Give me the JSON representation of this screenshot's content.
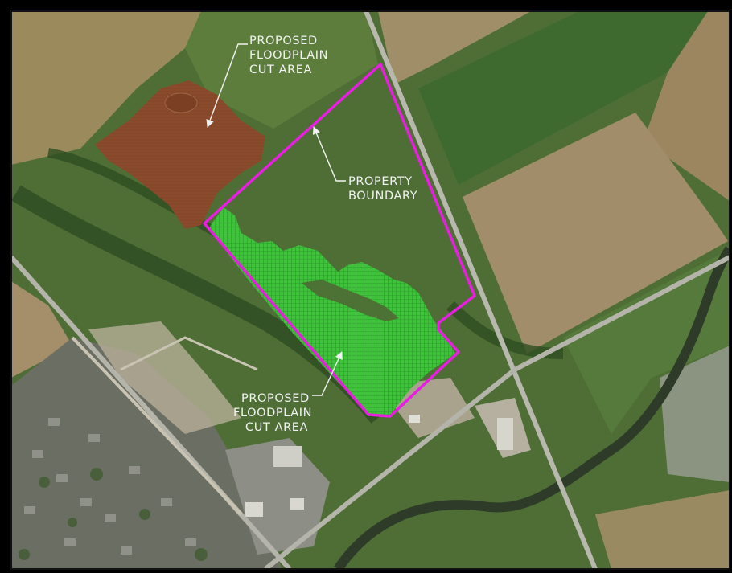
{
  "annotations": {
    "north_cut_label": [
      "PROPOSED",
      "FLOODPLAIN",
      "CUT  AREA"
    ],
    "boundary_label": [
      "PROPERTY",
      "BOUNDARY"
    ],
    "south_cut_label": [
      "PROPOSED",
      "FLOODPLAIN",
      "CUT  AREA"
    ]
  },
  "legend_colors": {
    "property_boundary": "#e81ee0",
    "north_cut_area": "#8a4a2c",
    "south_cut_area": "#3fc33a",
    "label_text": "#f2f2f2"
  },
  "icons": {
    "leader_arrow": "arrowhead-icon"
  }
}
